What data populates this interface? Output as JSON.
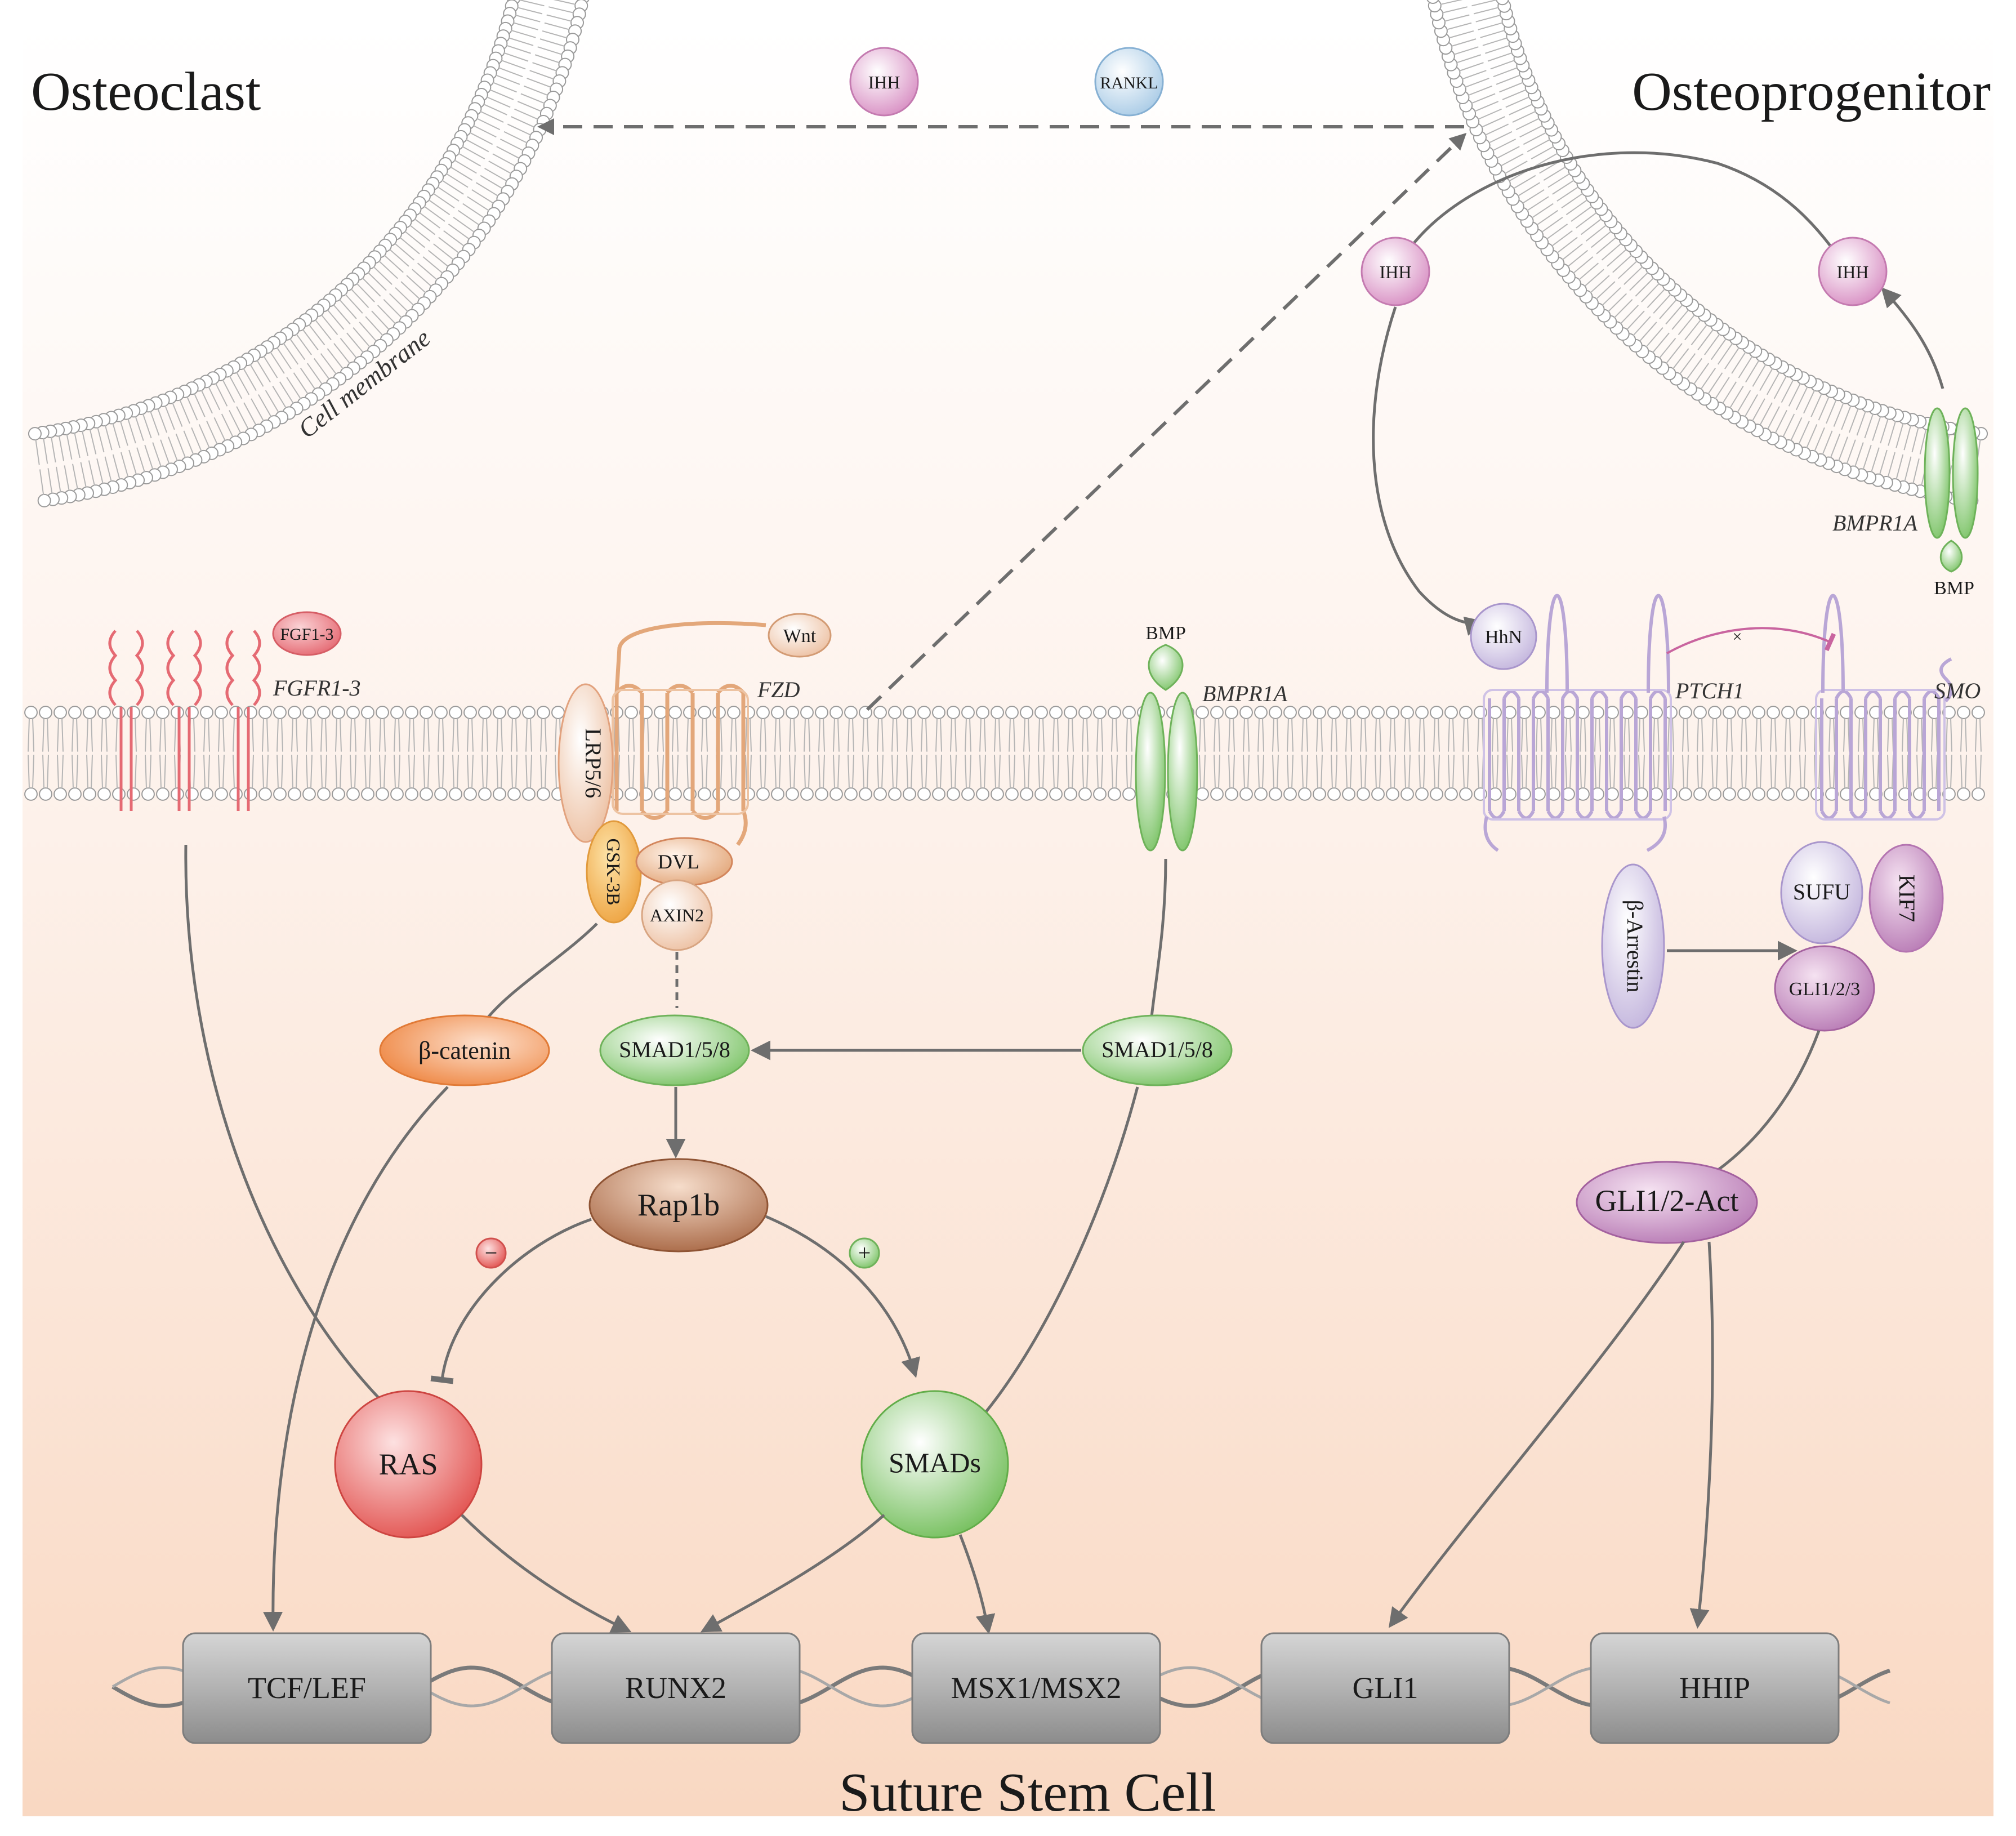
{
  "cells": {
    "left": "Osteoclast",
    "right": "Osteoprogenitor",
    "bottom": "Suture Stem Cell",
    "membrane_label": "Cell membrane"
  },
  "ligands": {
    "ihh_top": "IHH",
    "rankl": "RANKL",
    "ihh_right1": "IHH",
    "ihh_right2": "IHH",
    "bmp_upper": "BMP",
    "fgf": "FGF1-3",
    "wnt": "Wnt",
    "bmp_main": "BMP",
    "hhn": "HhN"
  },
  "receptors": {
    "bmpr1a_upper": "BMPR1A",
    "fgfr": "FGFR1-3",
    "fzd": "FZD",
    "lrp": "LRP5/6",
    "bmpr1a_main": "BMPR1A",
    "ptch1": "PTCH1",
    "smo": "SMO"
  },
  "intracellular": {
    "gsk3b": "GSK-3B",
    "dvl": "DVL",
    "axin2": "AXIN2",
    "beta_catenin": "β-catenin",
    "smad158_left": "SMAD1/5/8",
    "smad158_right": "SMAD1/5/8",
    "rap1b": "Rap1b",
    "minus": "−",
    "plus": "+",
    "ras": "RAS",
    "smads": "SMADs",
    "beta_arrestin": "β-Arrestin",
    "sufu": "SUFU",
    "kif7": "KIF7",
    "gli123": "GLI1/2/3",
    "gli12act": "GLI1/2-Act"
  },
  "genes": [
    "TCF/LEF",
    "RUNX2",
    "MSX1/MSX2",
    "GLI1",
    "HHIP"
  ],
  "colors": {
    "background_top": "#ffffff",
    "background_bottom": "#f9d8c2",
    "arrow": "#6e6e6e",
    "ihh": "#d88fc3",
    "rankl": "#a9cbe6",
    "bmp": "#8dc97a",
    "wnt_pathway": "#e3a77a",
    "fgf": "#e56a73",
    "hedgehog": "#b9a6d6",
    "gli": "#bb7fb8",
    "ras": "#e2524f",
    "smads": "#7dc468",
    "rap1b": "#a86744",
    "beta_catenin": "#ee8f4e",
    "gene_box": "#8c8c8c"
  }
}
